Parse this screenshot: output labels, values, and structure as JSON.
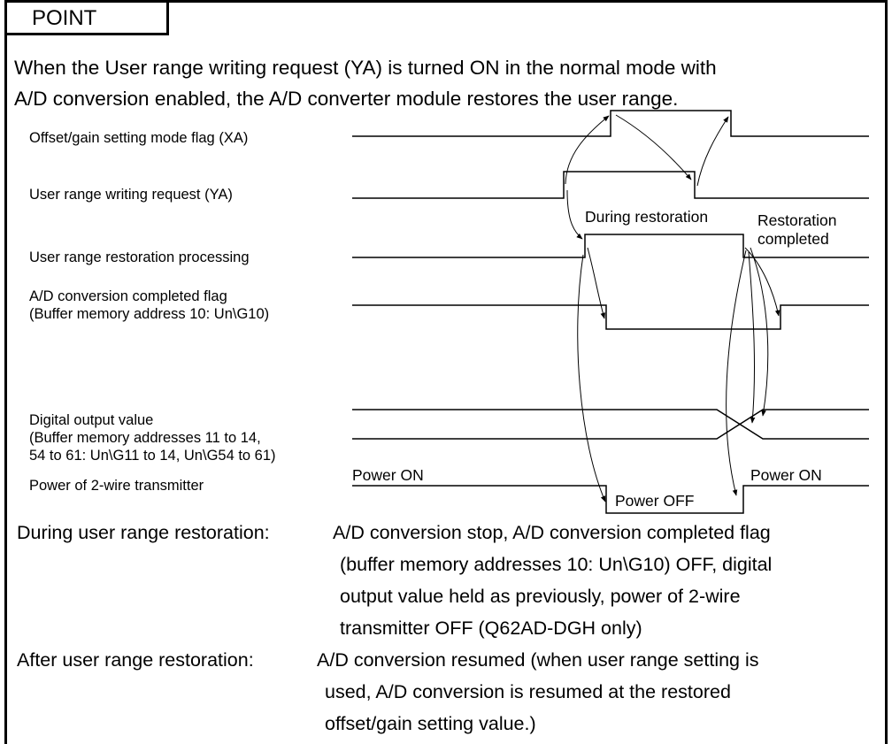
{
  "header": {
    "tab_label": "POINT"
  },
  "intro": {
    "line1": "When the User range writing request (YA) is turned ON in the normal mode with",
    "line2": "A/D conversion enabled, the A/D converter module restores the user range."
  },
  "signals": {
    "offset_gain_flag": "Offset/gain setting mode flag (XA)",
    "user_range_write_request": "User range writing request (YA)",
    "restoration_processing": "User range restoration processing",
    "conversion_completed_l1": "A/D conversion completed flag",
    "conversion_completed_l2": "(Buffer memory address 10: Un\\G10)",
    "digital_output_l1": "Digital output value",
    "digital_output_l2": "(Buffer memory addresses 11 to 14,",
    "digital_output_l3": "54 to 61: Un\\G11 to 14, Un\\G54 to 61)",
    "transmitter_power": "Power of 2-wire transmitter"
  },
  "annotations": {
    "during_restoration": "During restoration",
    "restoration_completed_l1": "Restoration",
    "restoration_completed_l2": "completed",
    "power_on_left": "Power ON",
    "power_on_right": "Power ON",
    "power_off": "Power OFF"
  },
  "notes": {
    "during_label": "During user range restoration:",
    "during_l1": "A/D conversion stop, A/D conversion completed flag",
    "during_l2": "(buffer memory addresses 10: Un\\G10) OFF, digital",
    "during_l3": "output value held as previously, power of 2-wire",
    "during_l4": "transmitter OFF (Q62AD-DGH only)",
    "after_label": "After user range restoration:",
    "after_l1": "A/D conversion resumed (when user range setting is",
    "after_l2": "used, A/D conversion is resumed at the restored",
    "after_l3": "offset/gain setting value.)"
  }
}
